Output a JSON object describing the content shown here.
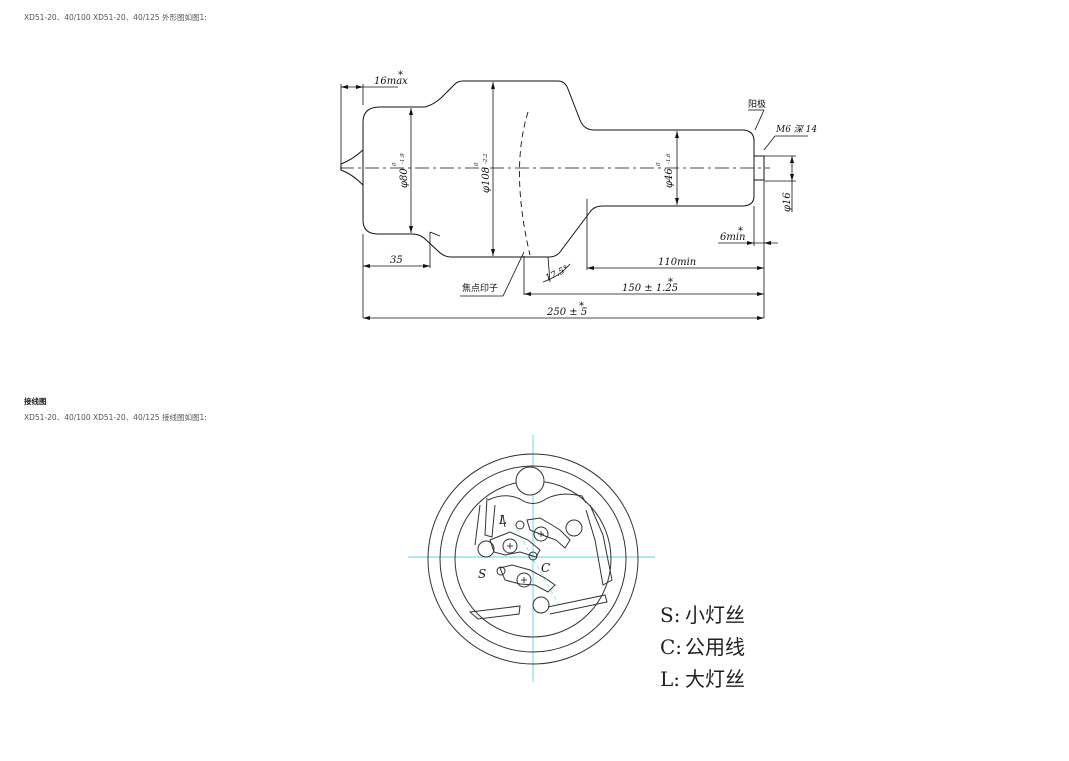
{
  "outline": {
    "caption": "XD51-20、40/100  XD51-20、40/125 外形图如图1:",
    "labels": {
      "d_left_top": "16max",
      "star": "*",
      "anode": "阳极",
      "thread": "M6 深 14",
      "phi80": "φ80",
      "phi80_tol_top": "0",
      "phi80_tol_bottom": "-1.9",
      "phi108": "φ108",
      "phi108_tol_top": "0",
      "phi108_tol_bottom": "-2.2",
      "phi46": "φ46",
      "phi46_tol_top": "0",
      "phi46_tol_bottom": "-1.6",
      "phi16": "φ16",
      "min6": "6min",
      "d35": "35",
      "angle": "17.5°",
      "min110": "110min",
      "focal": "焦点印子",
      "d150": "150 ± 1.25",
      "d250": "250 ± 5"
    }
  },
  "wiring": {
    "heading": "接线图",
    "caption": "XD51-20、40/100  XD51-20、40/125 接线图如图1:",
    "pin_labels": {
      "l": "L",
      "s": "S",
      "c": "C"
    },
    "legend": [
      {
        "key": "S:",
        "text": "小灯丝"
      },
      {
        "key": "C:",
        "text": "公用线"
      },
      {
        "key": "L:",
        "text": "大灯丝"
      }
    ],
    "colors": {
      "axis": "#5fd3ea",
      "line": "#333333"
    }
  }
}
